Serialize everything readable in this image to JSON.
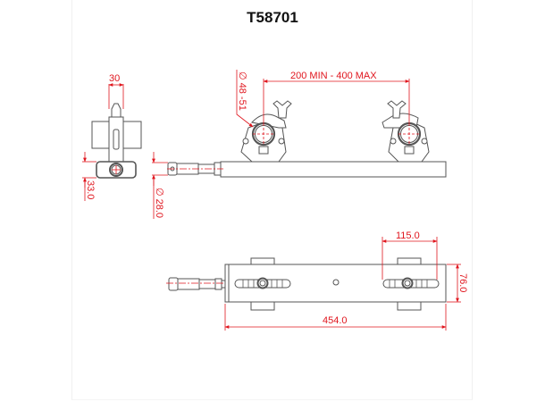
{
  "title": "T58701",
  "colors": {
    "dimension": "#e0161e",
    "outline": "#555555",
    "fill": "#ffffff"
  },
  "dimensions": {
    "side_width": "30",
    "side_height": "33.0",
    "spigot_diameter": "∅ 28.0",
    "tube_diameter": "∅ 48 -51",
    "clamp_spacing": "200 MIN - 400 MAX",
    "slot_length": "115.0",
    "plate_width": "76.0",
    "overall_length": "454.0"
  },
  "views": [
    {
      "name": "side-view"
    },
    {
      "name": "front-view"
    },
    {
      "name": "top-view"
    }
  ]
}
